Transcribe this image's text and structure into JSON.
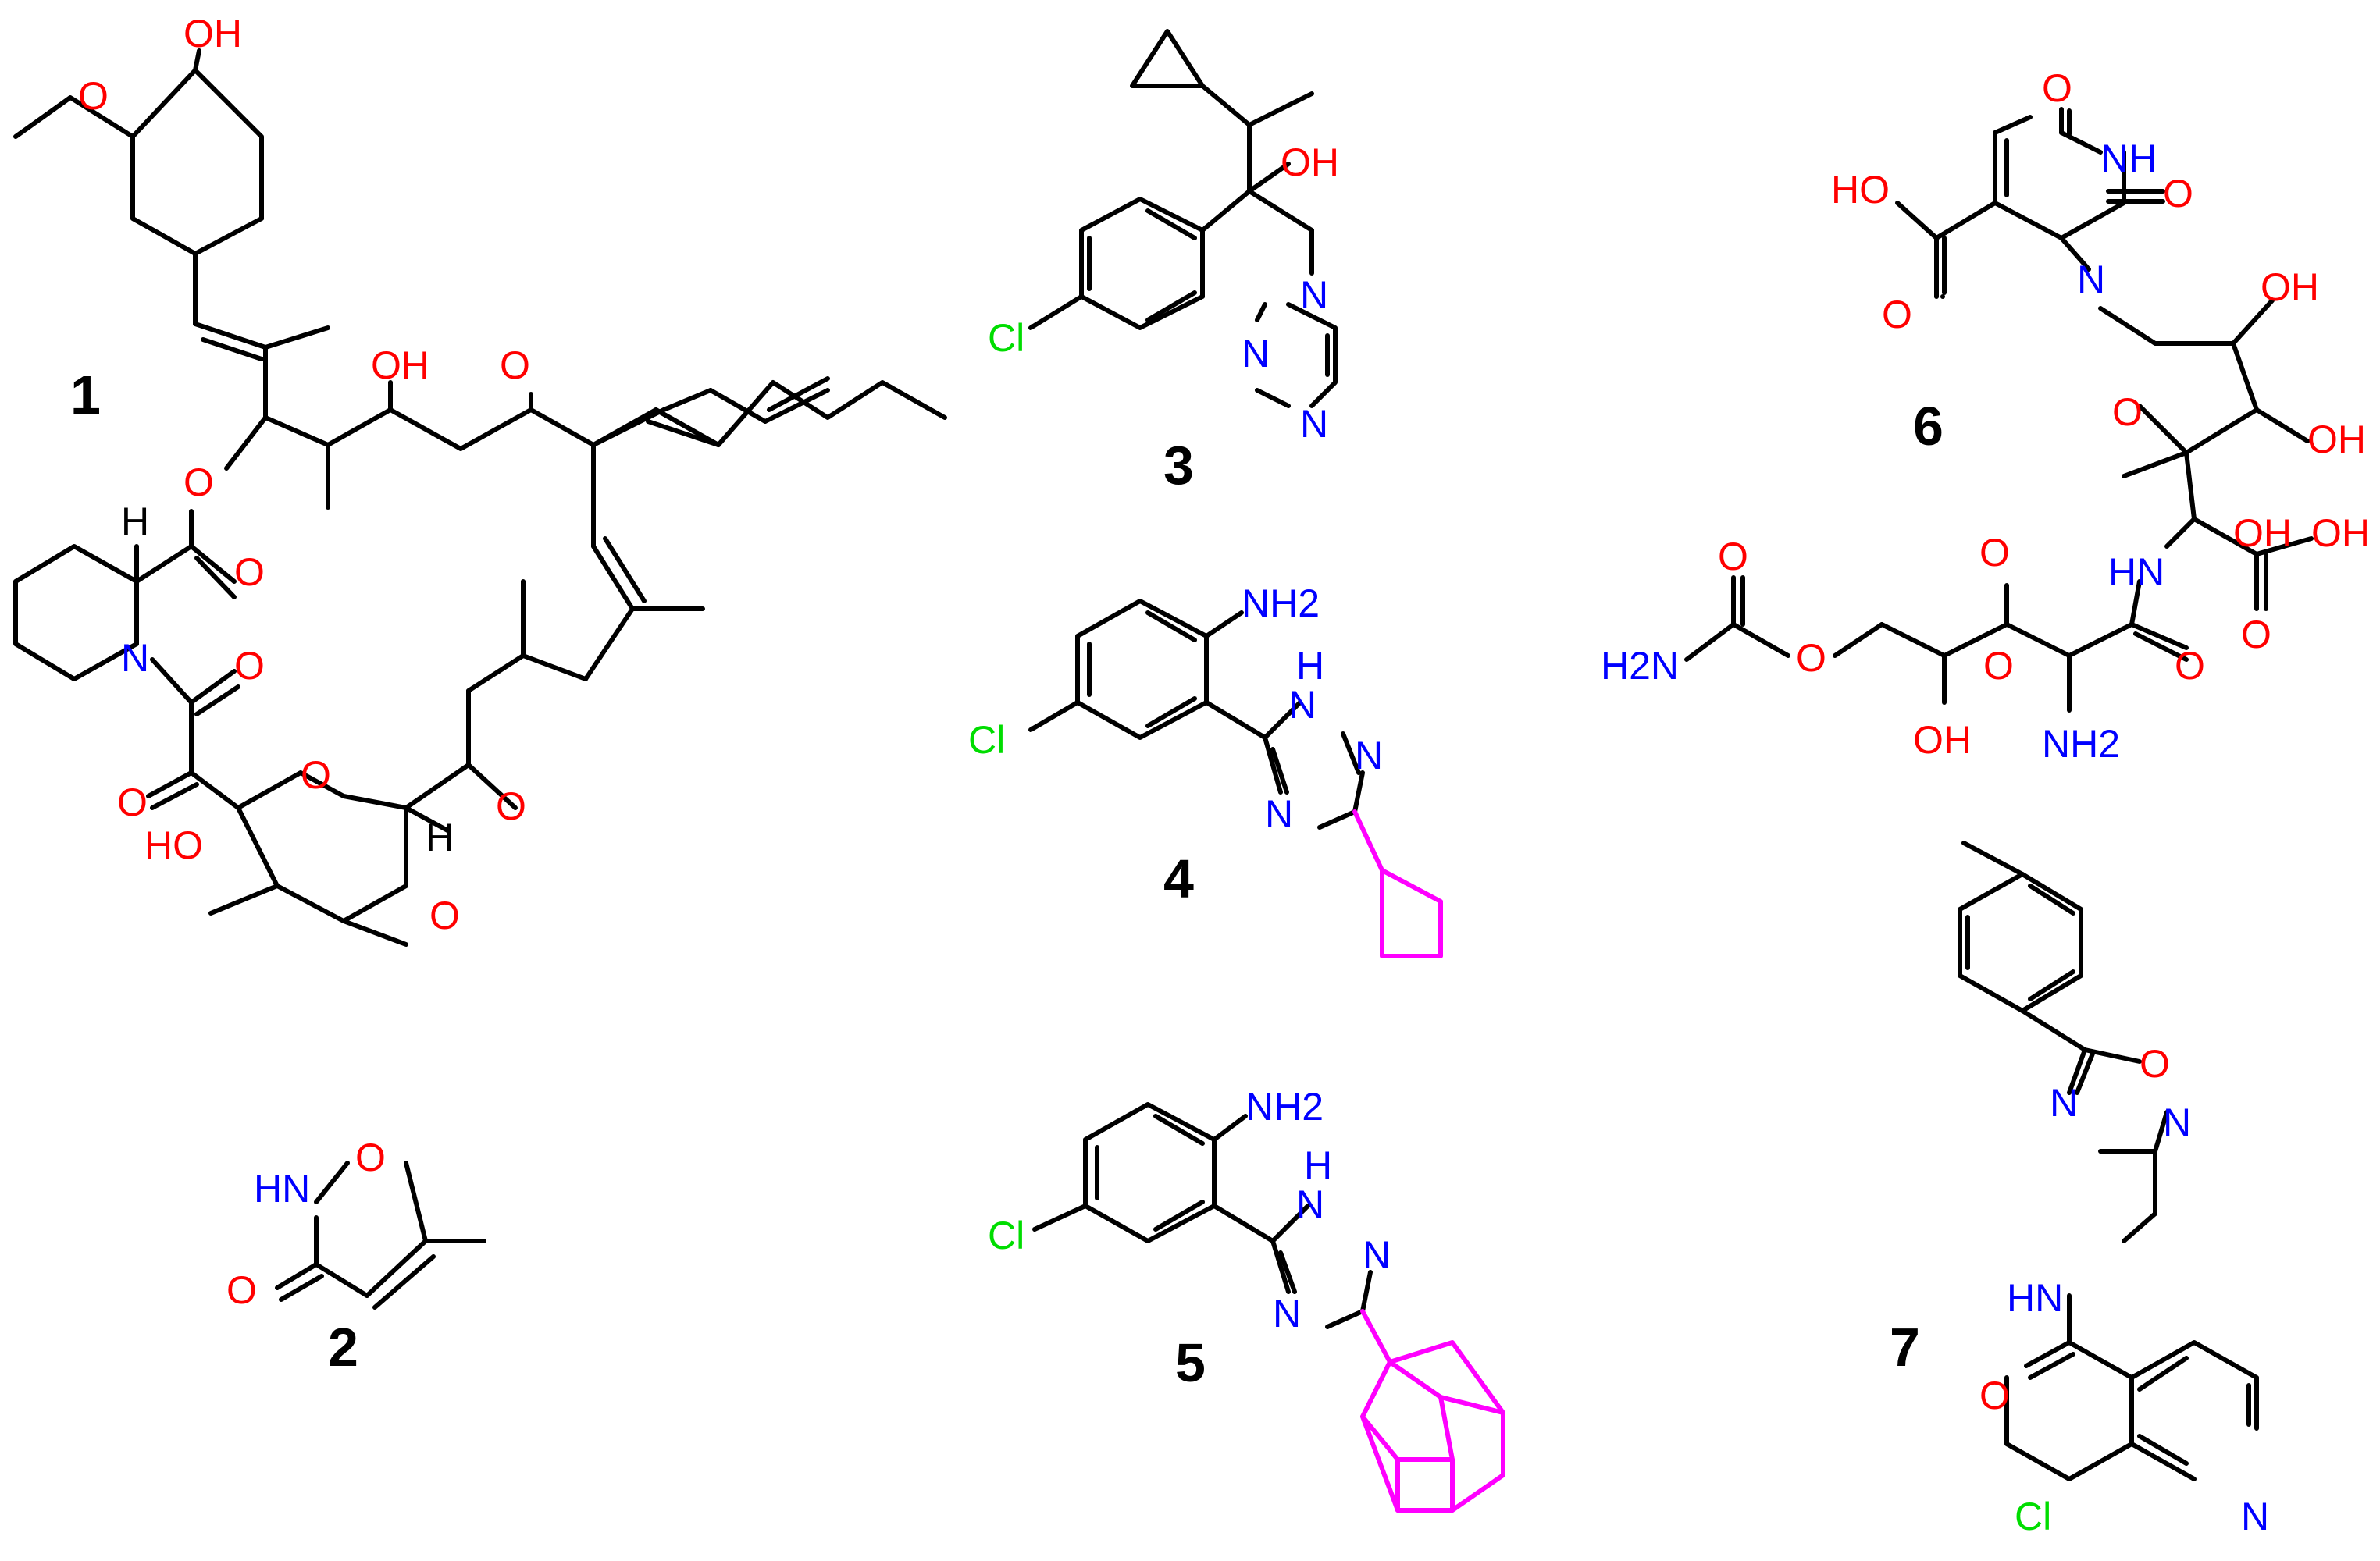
{
  "colors": {
    "bond": "#000000",
    "oxygen": "#ff0000",
    "nitrogen": "#0000ff",
    "chlorine": "#00dd00",
    "highlight": "#ff00ff"
  },
  "compounds": [
    {
      "id": "1",
      "atoms": [
        "OH",
        "O",
        "OH",
        "O",
        "O",
        "O",
        "H",
        "N",
        "O",
        "O",
        "O",
        "HO",
        "H",
        "O",
        "O"
      ]
    },
    {
      "id": "2",
      "atoms": [
        "HN",
        "O",
        "O"
      ]
    },
    {
      "id": "3",
      "atoms": [
        "OH",
        "Cl",
        "N",
        "N",
        "N"
      ]
    },
    {
      "id": "4",
      "atoms": [
        "NH2",
        "H",
        "N",
        "N",
        "Cl",
        "N"
      ]
    },
    {
      "id": "5",
      "atoms": [
        "NH2",
        "H",
        "N",
        "N",
        "Cl",
        "N"
      ]
    },
    {
      "id": "6",
      "atoms": [
        "O",
        "NH",
        "HO",
        "O",
        "N",
        "O",
        "OH",
        "O",
        "OH",
        "O",
        "HN",
        "OH",
        "OH",
        "O",
        "O",
        "H2N",
        "O",
        "O",
        "OH",
        "NH2",
        "O"
      ]
    },
    {
      "id": "7",
      "atoms": [
        "O",
        "N",
        "N",
        "HN",
        "O",
        "Cl",
        "N"
      ]
    }
  ]
}
